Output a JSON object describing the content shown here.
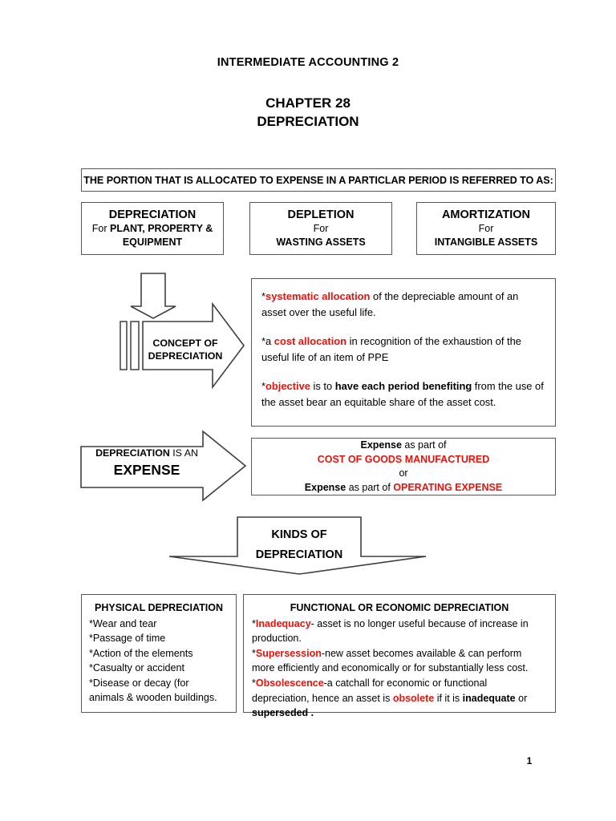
{
  "document": {
    "title": "INTERMEDIATE ACCOUNTING 2",
    "chapter": "CHAPTER  28",
    "subject": "DEPRECIATION",
    "page_number": "1"
  },
  "banner": {
    "text": "THE PORTION THAT IS ALLOCATED TO EXPENSE IN A PARTICLAR PERIOD IS REFERRED TO AS:"
  },
  "categories": [
    {
      "title": "DEPRECIATION",
      "for_label": "For",
      "subject_line1": "PLANT, PROPERTY &",
      "subject_line2": "EQUIPMENT",
      "inline": true
    },
    {
      "title": "DEPLETION",
      "for_label": "For",
      "subject_line1": "WASTING ASSETS",
      "subject_line2": "",
      "inline": false
    },
    {
      "title": "AMORTIZATION",
      "for_label": "For",
      "subject_line1": "INTANGIBLE ASSETS",
      "subject_line2": "",
      "inline": false
    }
  ],
  "concept": {
    "arrow_label_line1": "CONCEPT OF",
    "arrow_label_line2": "DEPRECIATION",
    "points": [
      {
        "star": "*",
        "highlight": "systematic allocation",
        "rest": " of the depreciable amount of an asset over the useful  life."
      },
      {
        "star": "*a ",
        "highlight": "cost allocation",
        "rest": " in recognition of the exhaustion of the useful life of an item of PPE"
      },
      {
        "star": "*",
        "highlight": "objective",
        "mid_plain": " is to ",
        "bold_black": "have each period benefiting",
        "rest": " from the use of the asset bear an equitable share of the asset cost."
      }
    ]
  },
  "expense": {
    "arrow_label_bold": "DEPRECIATION",
    "arrow_label_plain": " IS AN",
    "arrow_label_big": "EXPENSE",
    "box": {
      "line1_bold": "Expense",
      "line1_plain": " as part of",
      "line2_red": "COST OF GOODS MANUFACTURED",
      "line3": "or",
      "line4_bold": "Expense",
      "line4_plain": " as part of ",
      "line4_red": "OPERATING EXPENSE"
    }
  },
  "kinds": {
    "line1": "KINDS OF",
    "line2": "DEPRECIATION"
  },
  "physical": {
    "heading": "PHYSICAL DEPRECIATION",
    "items": [
      "*Wear and tear",
      "*Passage of time",
      "*Action of the elements",
      "*Casualty or accident",
      "*Disease or decay (for",
      "animals & wooden buildings."
    ]
  },
  "functional": {
    "heading": "FUNCTIONAL OR ECONOMIC DEPRECIATION",
    "items": [
      {
        "star": "*",
        "highlight": "Inadequacy",
        "rest": "- asset is no longer useful because of increase in production."
      },
      {
        "star": "*",
        "highlight": "Supersession",
        "rest": "-new asset becomes available & can perform more efficiently and economically or for substantially less cost."
      },
      {
        "star": "*",
        "highlight": "Obsolescence",
        "rest": "-a catchall for economic or functional depreciation, hence an asset is ",
        "red2": "obsolete",
        "mid2": " if it is ",
        "bold1": "inadequate",
        "mid3": " or ",
        "bold2": "superseded ."
      }
    ]
  },
  "colors": {
    "highlight_red": "#e8120a",
    "box_border": "#575757",
    "text": "#000000"
  }
}
